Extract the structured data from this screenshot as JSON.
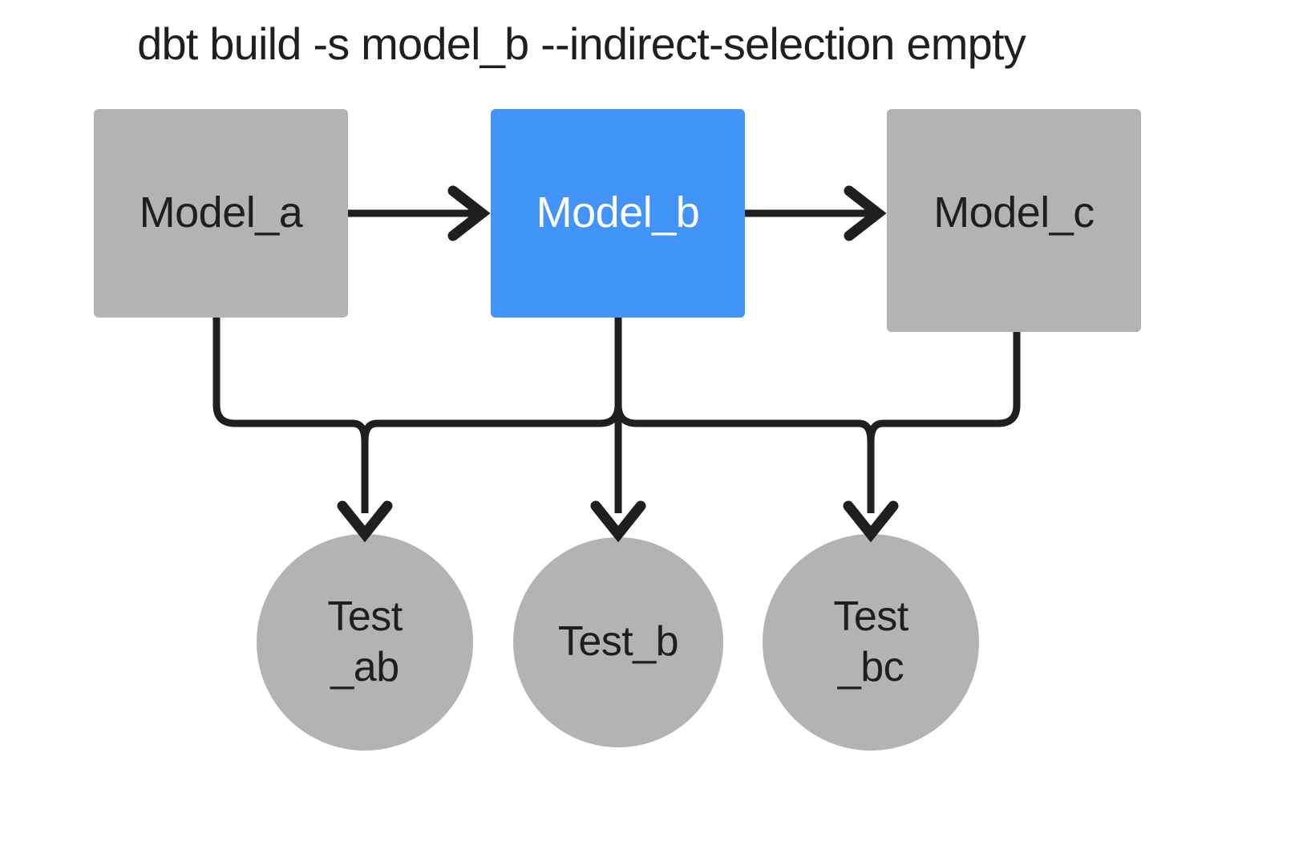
{
  "diagram": {
    "title": "dbt build -s model_b --indirect-selection empty",
    "background": "#ffffff",
    "edge_color": "#1f1f1f",
    "title_color": "#1f1f1f",
    "node_gray": "#b3b3b3",
    "node_blue": "#4294f8",
    "text_dark": "#1f1f1f",
    "text_light": "#ffffff",
    "nodes": [
      {
        "id": "model_a",
        "label": "Model_a",
        "shape": "rectangle",
        "fill": "#b3b3b3",
        "text_color": "#1f1f1f",
        "selected": false
      },
      {
        "id": "model_b",
        "label": "Model_b",
        "shape": "rectangle",
        "fill": "#4294f8",
        "text_color": "#ffffff",
        "selected": true
      },
      {
        "id": "model_c",
        "label": "Model_c",
        "shape": "rectangle",
        "fill": "#b3b3b3",
        "text_color": "#1f1f1f",
        "selected": false
      },
      {
        "id": "test_ab",
        "label_line1": "Test",
        "label_line2": "_ab",
        "shape": "circle",
        "fill": "#b3b3b3",
        "text_color": "#1f1f1f",
        "selected": false
      },
      {
        "id": "test_b",
        "label_line1": "Test_b",
        "label_line2": "",
        "shape": "circle",
        "fill": "#b3b3b3",
        "text_color": "#1f1f1f",
        "selected": false
      },
      {
        "id": "test_bc",
        "label_line1": "Test",
        "label_line2": "_bc",
        "shape": "circle",
        "fill": "#b3b3b3",
        "text_color": "#1f1f1f",
        "selected": false
      }
    ],
    "edges": [
      {
        "from": "model_a",
        "to": "model_b",
        "style": "straight-arrow"
      },
      {
        "from": "model_b",
        "to": "model_c",
        "style": "straight-arrow"
      },
      {
        "from": "model_a",
        "to": "test_ab",
        "style": "elbow-arrow"
      },
      {
        "from": "model_b",
        "to": "test_ab",
        "style": "elbow-arrow"
      },
      {
        "from": "model_b",
        "to": "test_b",
        "style": "straight-arrow"
      },
      {
        "from": "model_b",
        "to": "test_bc",
        "style": "elbow-arrow"
      },
      {
        "from": "model_c",
        "to": "test_bc",
        "style": "elbow-arrow"
      }
    ]
  }
}
